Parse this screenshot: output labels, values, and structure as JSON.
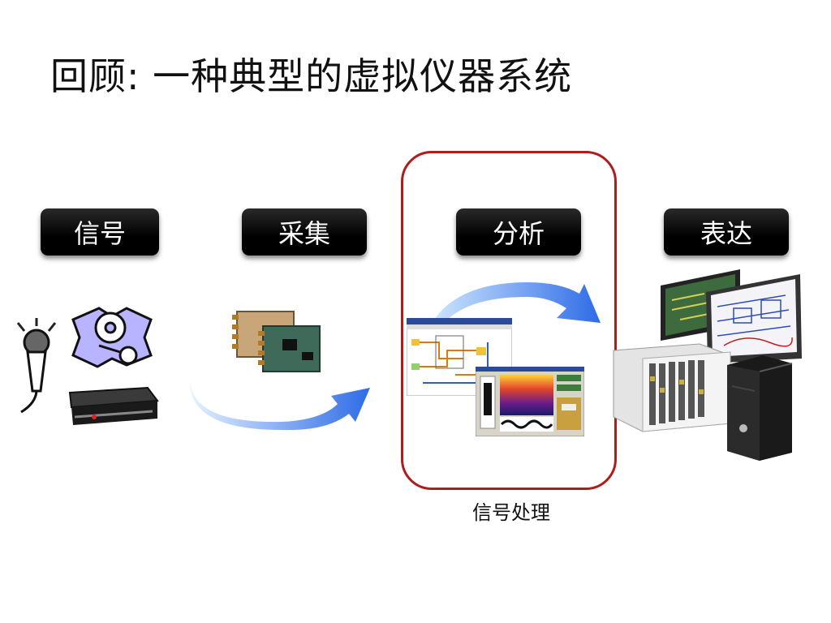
{
  "title": "回顾: 一种典型的虚拟仪器系统",
  "stages": [
    {
      "label": "信号"
    },
    {
      "label": "采集"
    },
    {
      "label": "分析"
    },
    {
      "label": "表达"
    }
  ],
  "highlight_caption": "信号处理",
  "colors": {
    "button_bg": "#000000",
    "highlight_border": "#b01c1c",
    "arrow_start": "#d6ecff",
    "arrow_end": "#2e6be6"
  },
  "icons": [
    "microphone-icon",
    "engine-icon",
    "cd-player-icon",
    "daq-card-icon",
    "curved-arrow-icon",
    "labview-window-icon",
    "spectrum-window-icon",
    "monitor-icon",
    "pxi-chassis-icon",
    "pc-tower-icon"
  ]
}
